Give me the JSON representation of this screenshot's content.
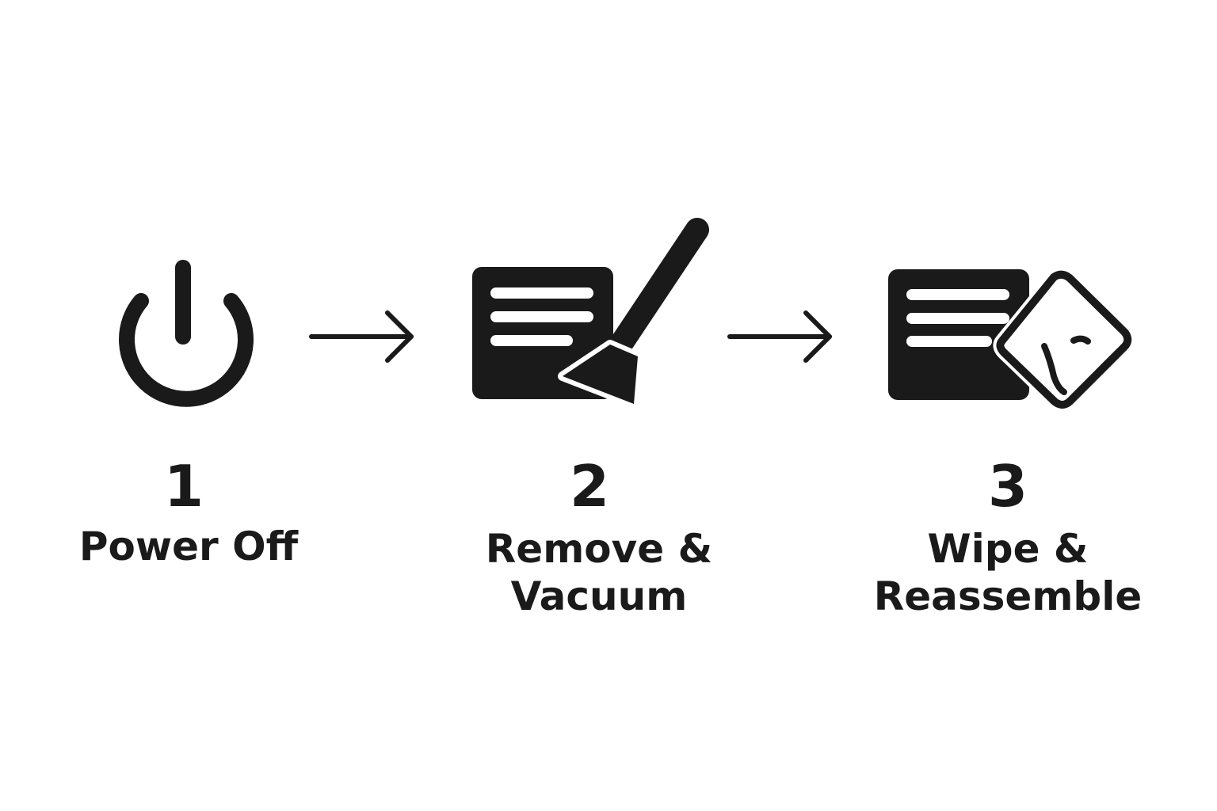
{
  "colors": {
    "ink": "#1a1a1a",
    "background": "#ffffff"
  },
  "steps": [
    {
      "number": "1",
      "label_lines": [
        "Power Off"
      ],
      "icon": "power-icon"
    },
    {
      "number": "2",
      "label_lines": [
        "Remove &",
        "Vacuum"
      ],
      "icon": "vacuum-brush-icon"
    },
    {
      "number": "3",
      "label_lines": [
        "Wipe &",
        "Reassemble"
      ],
      "icon": "wipe-cloth-icon"
    }
  ],
  "connectors": [
    "arrow-right-icon",
    "arrow-right-icon"
  ]
}
